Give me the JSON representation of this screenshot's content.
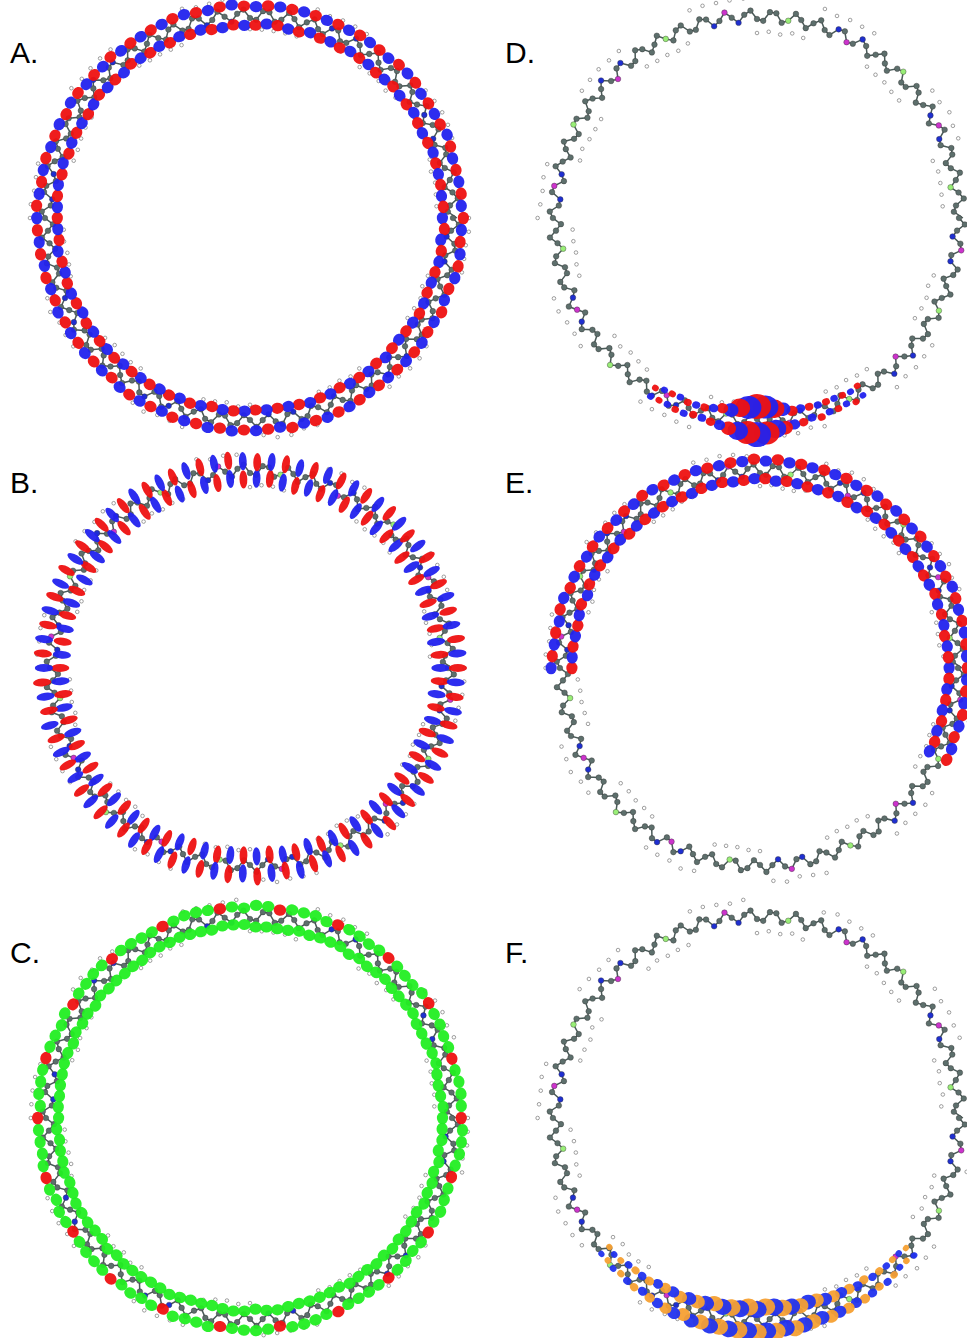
{
  "diagram": {
    "labels": [
      "A.",
      "B.",
      "C.",
      "D.",
      "E.",
      "F."
    ]
  }
}
